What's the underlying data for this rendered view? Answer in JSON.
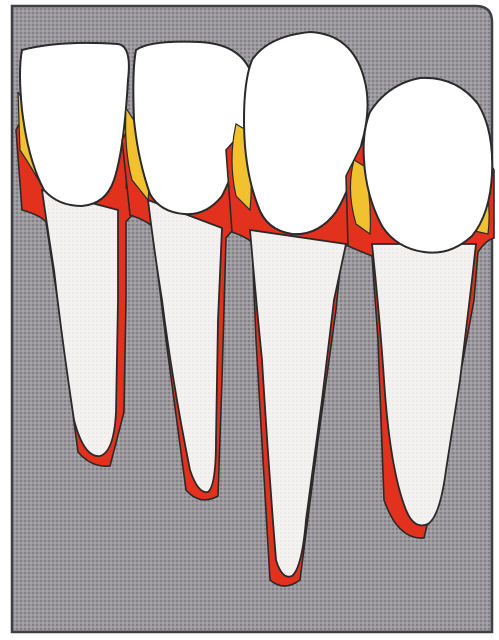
{
  "illustration": {
    "subject": "four-teeth-with-periodontal-ligament-cross-section",
    "colors": {
      "background": "#ffffff",
      "bone": "#9c9a9e",
      "bone_border": "#3f3e42",
      "crown": "#ffffff",
      "root": "#f4f2f1",
      "ligament": "#e2321d",
      "gingiva_yellow": "#f2c130",
      "outline": "#2a2a2a"
    },
    "teeth": [
      {
        "id": "tooth-1"
      },
      {
        "id": "tooth-2"
      },
      {
        "id": "tooth-3"
      },
      {
        "id": "tooth-4"
      }
    ]
  }
}
